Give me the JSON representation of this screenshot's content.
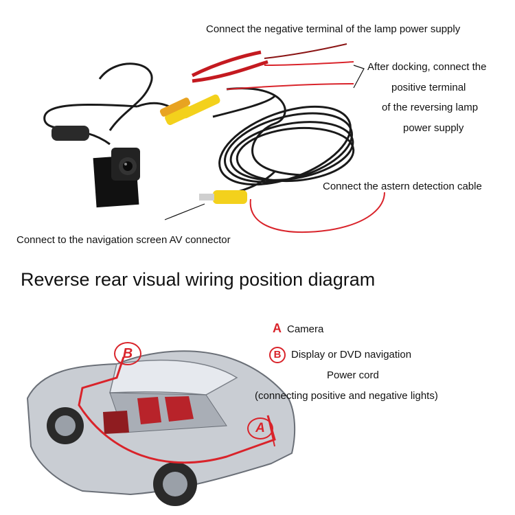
{
  "labels": {
    "negative_terminal": "Connect the negative terminal of the lamp power supply",
    "after_docking_1": "After docking, connect the",
    "after_docking_2": "positive terminal",
    "after_docking_3": "of the reversing lamp",
    "after_docking_4": "power supply",
    "astern_detection": "Connect the astern detection cable",
    "nav_screen": "Connect to the navigation screen AV connector"
  },
  "title": "Reverse rear visual wiring position diagram",
  "legend": {
    "a_letter": "A",
    "a_text": "Camera",
    "b_letter": "B",
    "b_text": "Display or DVD navigation",
    "b_line2": "Power cord",
    "b_line3": "(connecting positive and negative lights)"
  },
  "car_markers": {
    "a": "A",
    "b": "B"
  },
  "colors": {
    "accent_red": "#d9232a",
    "wire_yellow": "#f3d11c",
    "cable_black": "#1a1a1a"
  }
}
